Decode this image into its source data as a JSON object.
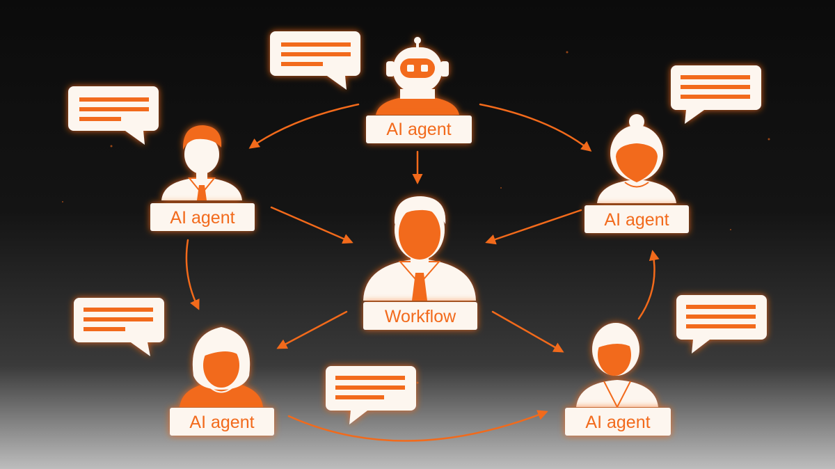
{
  "colors": {
    "accent": "#f26a1b",
    "panel": "#fdf6ef",
    "background_top": "#0b0b0b",
    "background_bottom": "#bdbdbd"
  },
  "nodes": [
    {
      "id": "robot",
      "icon": "robot-icon",
      "label": "AI agent"
    },
    {
      "id": "man-left",
      "icon": "man-tie-icon",
      "label": "AI agent"
    },
    {
      "id": "woman-bun-right",
      "icon": "woman-bun-icon",
      "label": "AI agent"
    },
    {
      "id": "center",
      "icon": "businessman-icon",
      "label": "Workflow"
    },
    {
      "id": "woman-left",
      "icon": "woman-long-hair-icon",
      "label": "AI agent"
    },
    {
      "id": "woman-right",
      "icon": "woman-short-hair-icon",
      "label": "AI agent"
    }
  ],
  "chat_bubbles": [
    {
      "icon": "chat-bubble-icon"
    },
    {
      "icon": "chat-bubble-icon"
    },
    {
      "icon": "chat-bubble-icon"
    },
    {
      "icon": "chat-bubble-icon"
    },
    {
      "icon": "chat-bubble-icon"
    },
    {
      "icon": "chat-bubble-icon"
    }
  ]
}
